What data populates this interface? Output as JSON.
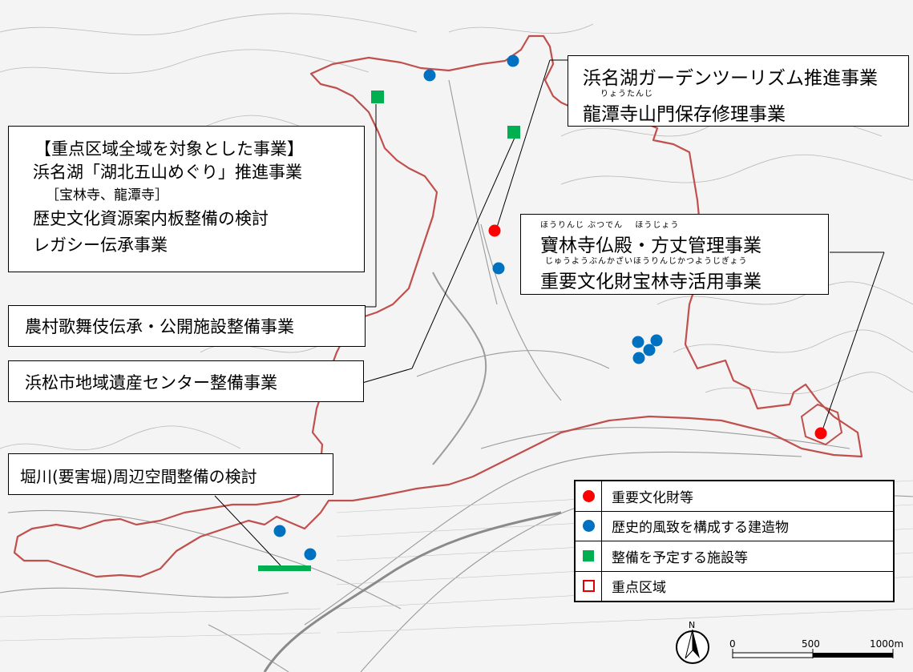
{
  "boxes": {
    "garden_tourism": {
      "line1": "浜名湖ガーデンツーリズム推進事業",
      "ruby2": "りょうたんじ",
      "line2": "龍潭寺山門保存修理事業"
    },
    "whole_area": {
      "line1": "【重点区域全域を対象とした事業】",
      "line2": "浜名湖「湖北五山めぐり」推進事業",
      "line3": "［宝林寺、龍潭寺］",
      "line4": "歴史文化資源案内板整備の検討",
      "line5": "レガシー伝承事業"
    },
    "kabuki": {
      "line1": "農村歌舞伎伝承・公開施設整備事業"
    },
    "heritage_center": {
      "line1": "浜松市地域遺産センター整備事業"
    },
    "horikawa": {
      "line1": "堀川(要害堀)周辺空間整備の検討"
    },
    "hourinji": {
      "ruby1": "ほうりんじ ぶつでん　 ほうじょう",
      "line1": "寶林寺仏殿・方丈管理事業",
      "ruby2": "じゅうようぶんかざいほうりんじかつようじぎょう",
      "line2": "重要文化財宝林寺活用事業"
    }
  },
  "legend": {
    "items": [
      {
        "label": "重要文化財等",
        "symbol": "dot",
        "color": "#ff0000"
      },
      {
        "label": "歴史的風致を構成する建造物",
        "symbol": "dot",
        "color": "#0070c0"
      },
      {
        "label": "整備を予定する施設等",
        "symbol": "square",
        "color": "#00b050"
      },
      {
        "label": "重点区域",
        "symbol": "open-square",
        "color": "#e00000"
      }
    ]
  },
  "scale_bar": {
    "labels": [
      "0",
      "500",
      "1000m"
    ]
  },
  "north_arrow": {
    "label": "N"
  },
  "colors": {
    "boundary": "#c0504d",
    "important": "#ff0000",
    "building": "#0070c0",
    "facility": "#00b050"
  }
}
